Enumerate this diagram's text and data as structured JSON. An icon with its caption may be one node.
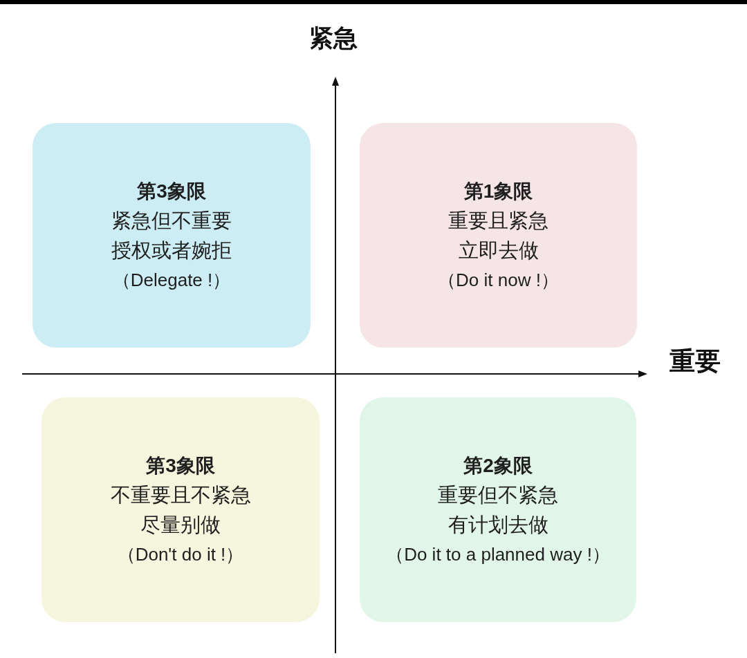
{
  "diagram": {
    "nodes": [
      {
        "text": [
          "第3象限",
          "紧急但不重要",
          "授权或者婉拒",
          "（Delegate !）"
        ]
      },
      {
        "text": [
          "第1象限",
          "重要且紧急",
          "立即去做",
          "（Do it now !）"
        ]
      },
      {
        "text": [
          "第3象限",
          "不重要且不紧急",
          "尽量别做",
          "（Don't do it !）"
        ]
      },
      {
        "text": [
          "第2象限",
          "重要但不紧急",
          "有计划去做",
          "（Do it to a planned way !）"
        ]
      }
    ],
    "labels": [
      "紧急",
      "重要"
    ]
  }
}
